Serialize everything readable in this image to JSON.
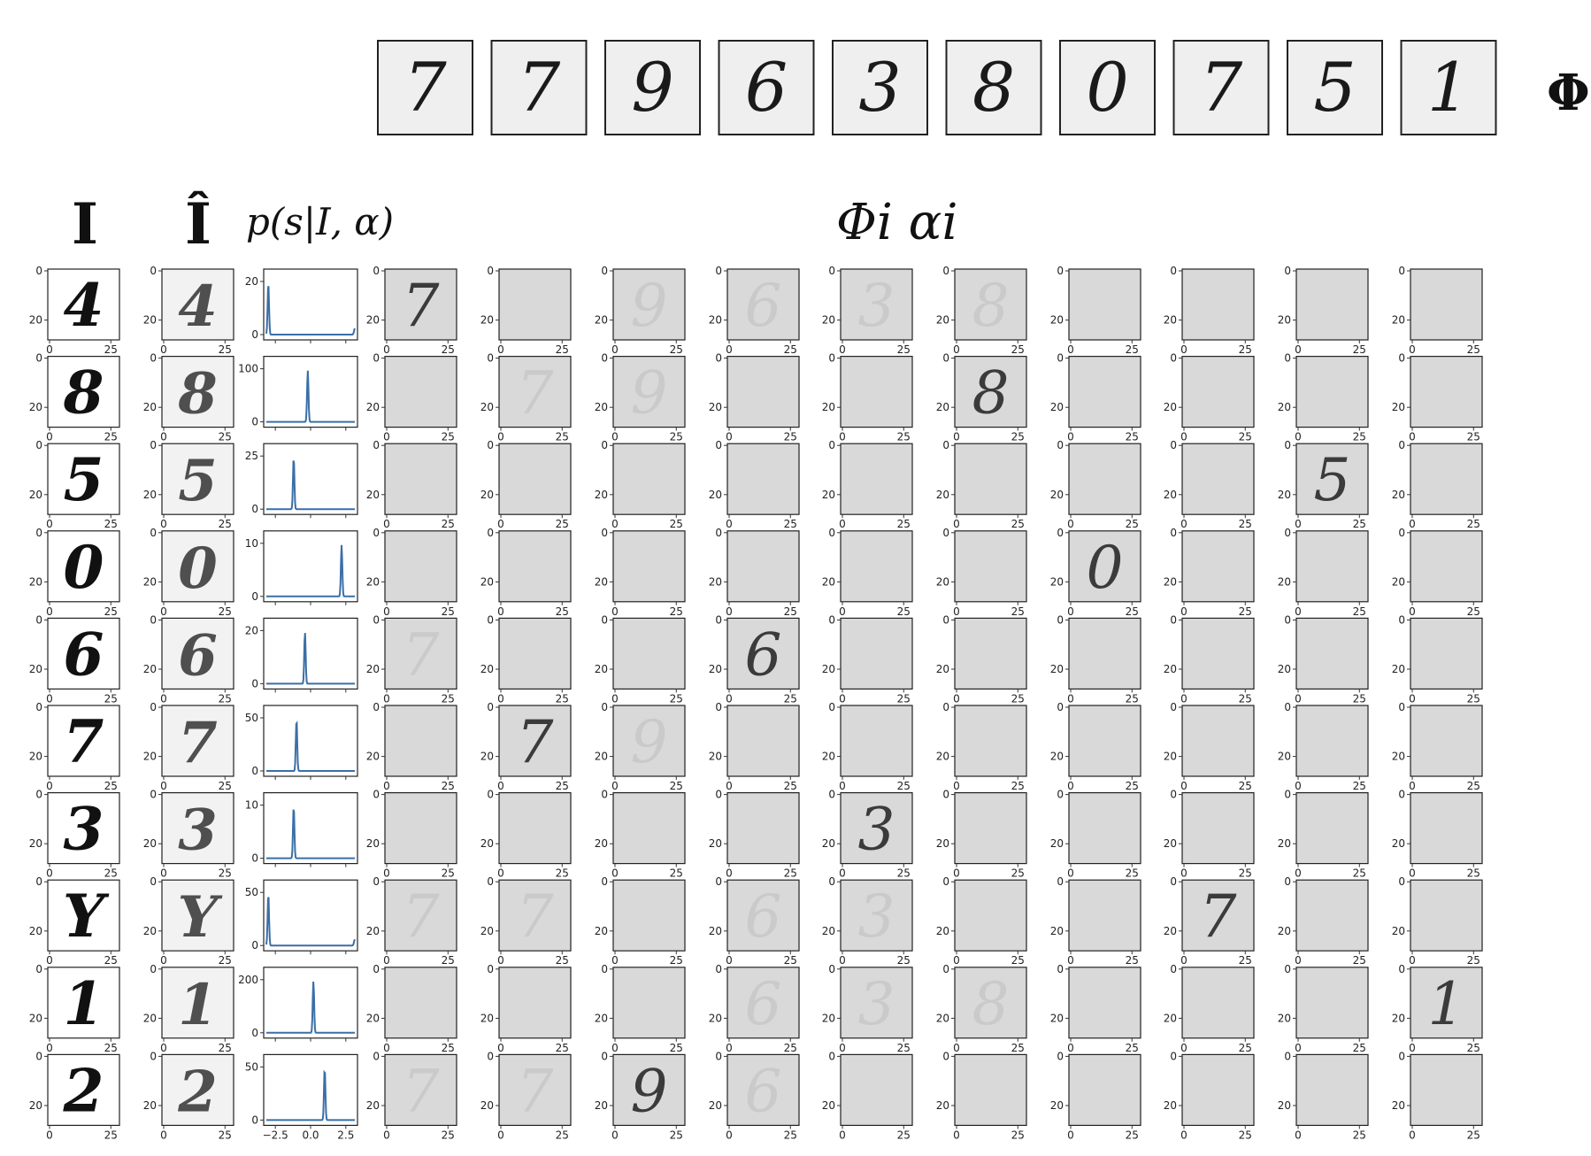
{
  "header": {
    "phi_label": "Φ",
    "prototypes": [
      "7",
      "7",
      "9",
      "6",
      "3",
      "8",
      "0",
      "7",
      "5",
      "1"
    ]
  },
  "column_labels": {
    "input": "I",
    "reconstruction": "Î",
    "posterior": "p(s|I, α)",
    "components": "Φi αi"
  },
  "axis_ticks": {
    "image_x": [
      "0",
      "25"
    ],
    "image_y": [
      "0",
      "20"
    ],
    "posterior_x": [
      "−2.5",
      "0.0",
      "2.5"
    ]
  },
  "rows": [
    {
      "input_digit": "4",
      "posterior_peak": -3.0,
      "posterior_ymax_label": "20",
      "posterior_edge_bump": true,
      "active_component": 0,
      "faint_components": [
        2,
        3,
        4,
        5
      ],
      "reconstruction_digit": "4"
    },
    {
      "input_digit": "8",
      "posterior_peak": -0.2,
      "posterior_ymax_label": "100",
      "posterior_edge_bump": false,
      "active_component": 5,
      "faint_components": [
        1,
        2
      ],
      "reconstruction_digit": "8"
    },
    {
      "input_digit": "5",
      "posterior_peak": -1.2,
      "posterior_ymax_label": "25",
      "posterior_edge_bump": false,
      "active_component": 8,
      "faint_components": [],
      "reconstruction_digit": "5"
    },
    {
      "input_digit": "0",
      "posterior_peak": 2.2,
      "posterior_ymax_label": "10",
      "posterior_edge_bump": false,
      "active_component": 6,
      "faint_components": [],
      "reconstruction_digit": "0"
    },
    {
      "input_digit": "6",
      "posterior_peak": -0.4,
      "posterior_ymax_label": "20",
      "posterior_edge_bump": false,
      "active_component": 3,
      "faint_components": [
        0
      ],
      "reconstruction_digit": "6"
    },
    {
      "input_digit": "7",
      "posterior_peak": -1.0,
      "posterior_ymax_label": "50",
      "posterior_edge_bump": false,
      "active_component": 1,
      "faint_components": [
        2
      ],
      "reconstruction_digit": "7"
    },
    {
      "input_digit": "3",
      "posterior_peak": -1.2,
      "posterior_ymax_label": "10",
      "posterior_edge_bump": false,
      "active_component": 4,
      "faint_components": [],
      "reconstruction_digit": "3"
    },
    {
      "input_digit": "Y",
      "posterior_peak": -3.0,
      "posterior_ymax_label": "50",
      "posterior_edge_bump": true,
      "active_component": 7,
      "faint_components": [
        0,
        1,
        3,
        4
      ],
      "reconstruction_digit": "Y"
    },
    {
      "input_digit": "1",
      "posterior_peak": 0.2,
      "posterior_ymax_label": "200",
      "posterior_edge_bump": false,
      "active_component": 9,
      "faint_components": [
        3,
        4,
        5
      ],
      "reconstruction_digit": "1"
    },
    {
      "input_digit": "2",
      "posterior_peak": 1.0,
      "posterior_ymax_label": "50",
      "posterior_edge_bump": false,
      "active_component": 2,
      "faint_components": [
        0,
        1,
        3
      ],
      "reconstruction_digit": "2"
    }
  ],
  "colors": {
    "curve": "#3a6fa8",
    "component_bg": "#d9d9d9",
    "prototype_bg": "#efefef",
    "ink": "#111111"
  }
}
